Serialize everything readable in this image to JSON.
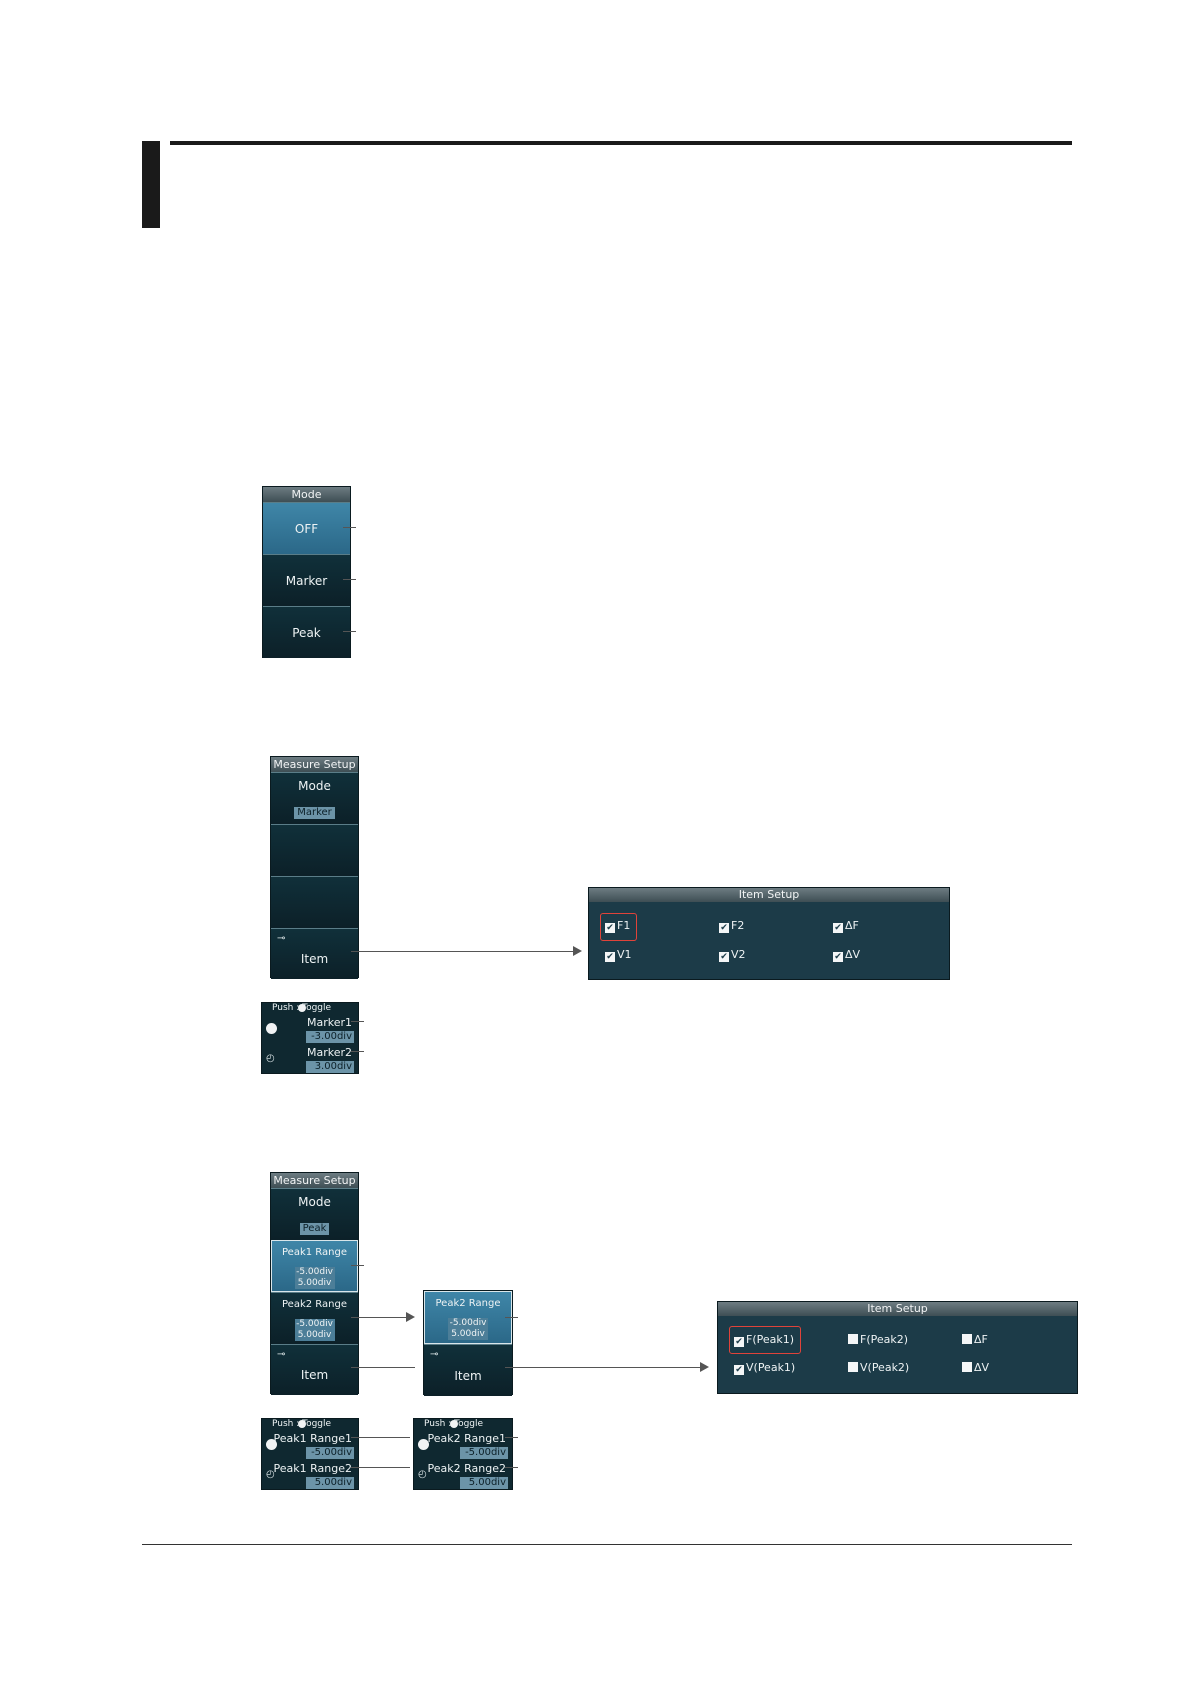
{
  "mode_menu": {
    "title": "Mode",
    "keys": [
      "OFF",
      "Marker",
      "Peak"
    ]
  },
  "marker_menu": {
    "title": "Measure Setup",
    "mode_label": "Mode",
    "mode_value": "Marker",
    "item_label": "Item"
  },
  "marker_items": {
    "title": "Item Setup",
    "items": [
      {
        "label": "F1",
        "checked": true
      },
      {
        "label": "F2",
        "checked": true
      },
      {
        "label": "ΔF",
        "checked": true
      },
      {
        "label": "V1",
        "checked": true
      },
      {
        "label": "V2",
        "checked": true
      },
      {
        "label": "ΔV",
        "checked": true
      }
    ]
  },
  "marker_jog": {
    "toggle": "Push    : Toggle",
    "label1": "Marker1",
    "value1": "-3.00div",
    "label2": "Marker2",
    "value2": "3.00div"
  },
  "peak_menu": {
    "title": "Measure Setup",
    "mode_label": "Mode",
    "mode_value": "Peak",
    "peak1_label": "Peak1 Range",
    "peak1_low": "-5.00div",
    "peak1_high": "5.00div",
    "peak2_label": "Peak2 Range",
    "peak2_low": "-5.00div",
    "peak2_high": "5.00div",
    "item_label": "Item"
  },
  "peak2_menu": {
    "peak2_label": "Peak2 Range",
    "peak2_low": "-5.00div",
    "peak2_high": "5.00div",
    "item_label": "Item"
  },
  "peak_items": {
    "title": "Item Setup",
    "items": [
      {
        "label": "F(Peak1)",
        "checked": true
      },
      {
        "label": "F(Peak2)",
        "checked": false
      },
      {
        "label": "ΔF",
        "checked": false
      },
      {
        "label": "V(Peak1)",
        "checked": true
      },
      {
        "label": "V(Peak2)",
        "checked": false
      },
      {
        "label": "ΔV",
        "checked": false
      }
    ]
  },
  "peak1_jog": {
    "toggle": "Push    : Toggle",
    "label1": "Peak1 Range1",
    "value1": "-5.00div",
    "label2": "Peak1 Range2",
    "value2": "5.00div"
  },
  "peak2_jog": {
    "toggle": "Push    : Toggle",
    "label1": "Peak2 Range1",
    "value1": "-5.00div",
    "label2": "Peak2 Range2",
    "value2": "5.00div"
  },
  "colors": {
    "panel": "#1c3b48",
    "menu": "#0f2830",
    "selected": "#3f86a8",
    "highlight": "#e0433a"
  }
}
